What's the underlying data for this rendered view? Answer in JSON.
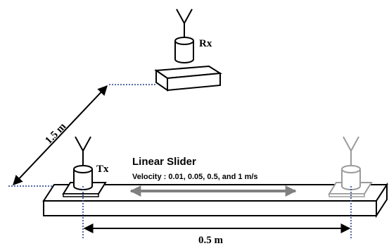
{
  "labels": {
    "receiver": "Rx",
    "transmitter": "Tx",
    "slider_title": "Linear Slider",
    "velocity": "Velocity : 0.01, 0.05, 0.5, and 1 m/s",
    "distance_vertical": "1.5 m",
    "distance_horizontal": "0.5 m"
  },
  "colors": {
    "line": "#000000",
    "dotted_guide": "#1f3a8a",
    "slider_arrow": "#808080",
    "ghost_antenna": "#9a9a9a",
    "background": "#ffffff"
  }
}
